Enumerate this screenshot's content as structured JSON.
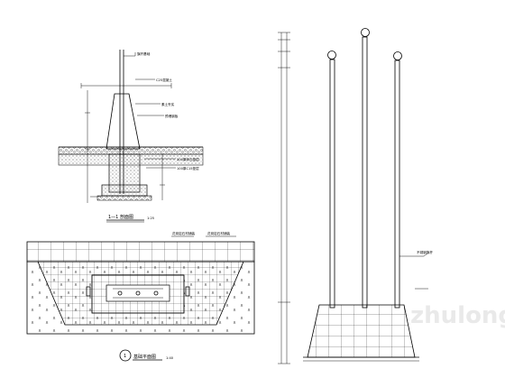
{
  "watermark": "zhulong.com",
  "section_view": {
    "title": "1—1 剖面图",
    "scale": "1:25",
    "notes": [
      "旗杆基础",
      "C25混凝土",
      "素土夯实",
      "100厚C15垫层",
      "300厚碎石垫层",
      "预埋钢板"
    ]
  },
  "plan_view": {
    "symbol": "1",
    "title": "基础平面图",
    "scale": "1:40",
    "labels": [
      "花岗岩石材铺装",
      "花岗岩石材铺装"
    ]
  },
  "elevation_view": {
    "label": "不锈钢旗杆"
  }
}
